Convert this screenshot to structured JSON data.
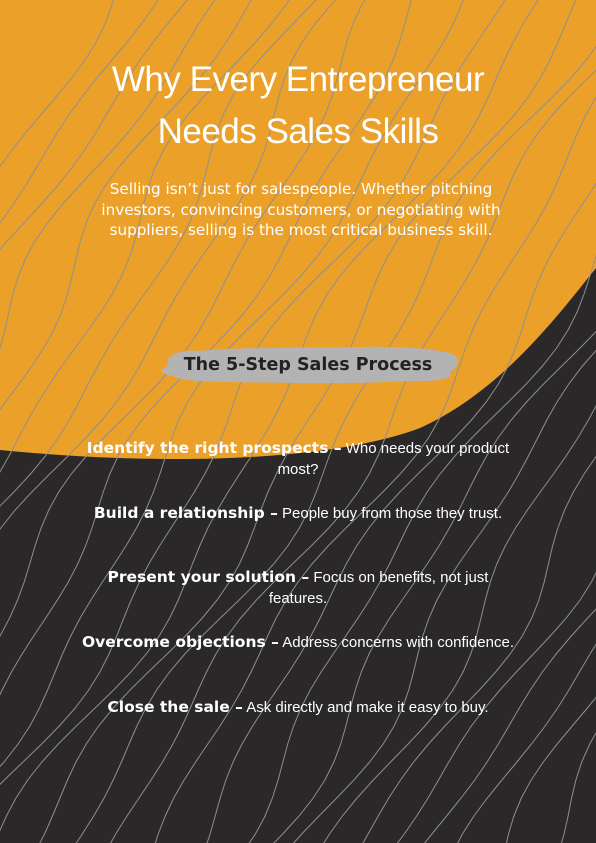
{
  "colors": {
    "orange": "#eba129",
    "dark": "#2a2829",
    "badge": "#b3b3b3",
    "contour_line": "#8f8f8f"
  },
  "header": {
    "title_line1": "Why Every Entrepreneur",
    "title_line2": "Needs Sales Skills"
  },
  "intro": {
    "text": "Selling isn’t just for salespeople. Whether pitching investors, convincing customers, or negotiating with suppliers, selling is the most critical business skill."
  },
  "section": {
    "badge_label": "The 5-Step Sales Process"
  },
  "steps": [
    {
      "title": "Identify the right prospects –",
      "text": "Who needs your product most?"
    },
    {
      "title": "Build a relationship –",
      "text": "People buy from those they trust."
    },
    {
      "title": "Present your solution –",
      "text": "Focus on benefits, not just features."
    },
    {
      "title": "Overcome objections –",
      "text": "Address concerns with confidence."
    },
    {
      "title": "Close the sale –",
      "text": "Ask directly and make it easy to buy."
    }
  ]
}
